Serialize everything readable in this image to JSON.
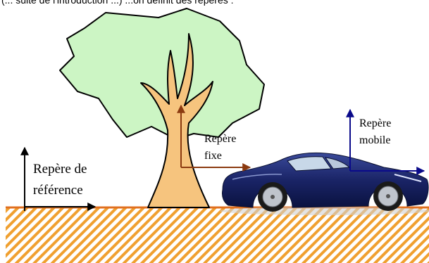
{
  "caption": "(... suite de l'introduction ...) ...on définit des repères :",
  "labels": {
    "reference_line1": "Repère de",
    "reference_line2": "référence",
    "fixe_line1": "Repère",
    "fixe_line2": "fixe",
    "mobile_line1": "Repère",
    "mobile_line2": "mobile"
  },
  "colors": {
    "foliage": "#ccf5c4",
    "trunk": "#f6c47e",
    "ground_stripe": "#f0a030",
    "ground_line": "#e07020",
    "frame_reference": "#000000",
    "frame_fixe": "#8b3a10",
    "frame_mobile": "#0a0a8a",
    "car_body": "#1a2466"
  }
}
